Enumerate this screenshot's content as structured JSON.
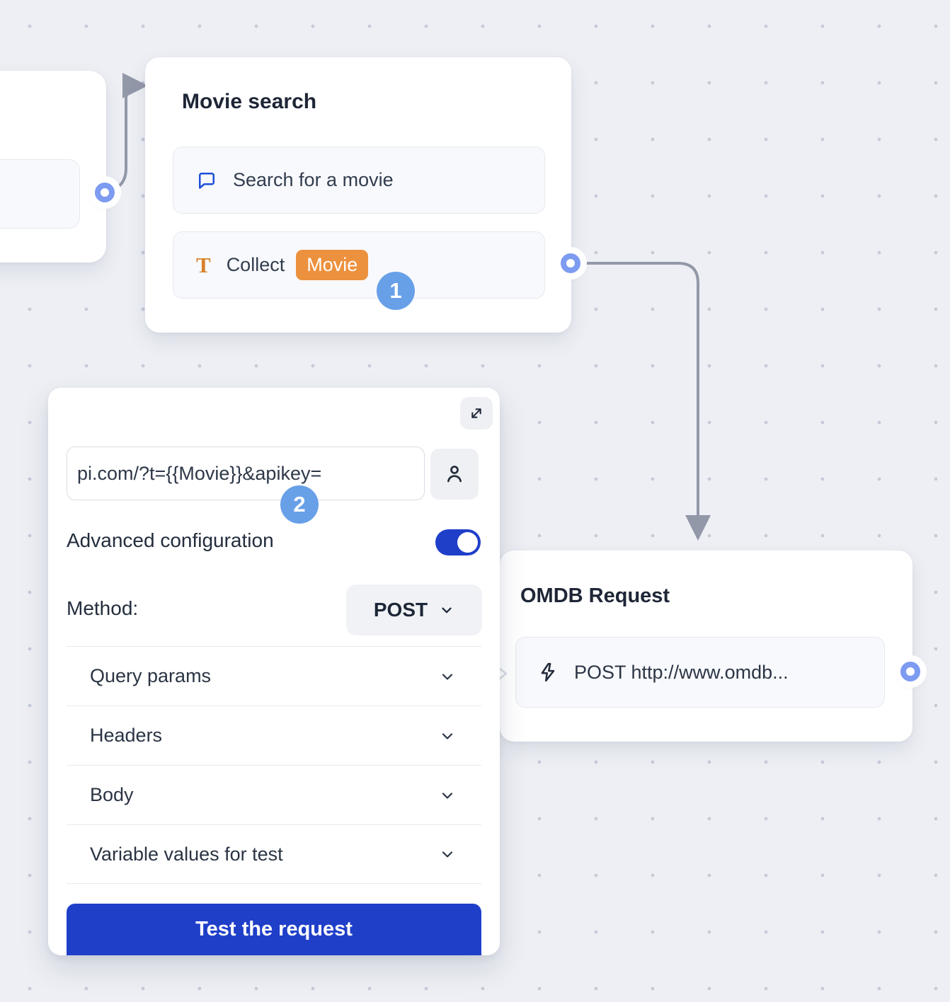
{
  "colors": {
    "brand_blue": "#1f3fc9",
    "badge_blue": "#68a0e8",
    "orange": "#ec913d",
    "icon_blue": "#1d4fd8",
    "icon_orange": "#d8822c",
    "connector_gray": "#9298a8",
    "port_blue": "#7d9bf1"
  },
  "movie_search_node": {
    "title": "Movie search",
    "items": [
      {
        "icon": "chat-bubble-icon",
        "label": "Search for a movie"
      },
      {
        "icon": "text-type-icon",
        "icon_glyph": "T",
        "label": "Collect",
        "variable_badge": "Movie"
      }
    ],
    "step_badge": "1"
  },
  "webhook_panel": {
    "expand_icon": "expand-diagonal-icon",
    "url_value": "pi.com/?t={{Movie}}&apikey=",
    "user_button_icon": "user-icon",
    "step_badge": "2",
    "advanced_configuration_label": "Advanced configuration",
    "advanced_configuration_enabled": true,
    "method_label": "Method:",
    "method_value": "POST",
    "sections": [
      {
        "label": "Query params"
      },
      {
        "label": "Headers"
      },
      {
        "label": "Body"
      },
      {
        "label": "Variable values for test"
      }
    ],
    "test_button_label": "Test the request"
  },
  "omdb_node": {
    "title": "OMDB Request",
    "items": [
      {
        "icon": "lightning-icon",
        "label": "POST http://www.omdb..."
      }
    ]
  }
}
